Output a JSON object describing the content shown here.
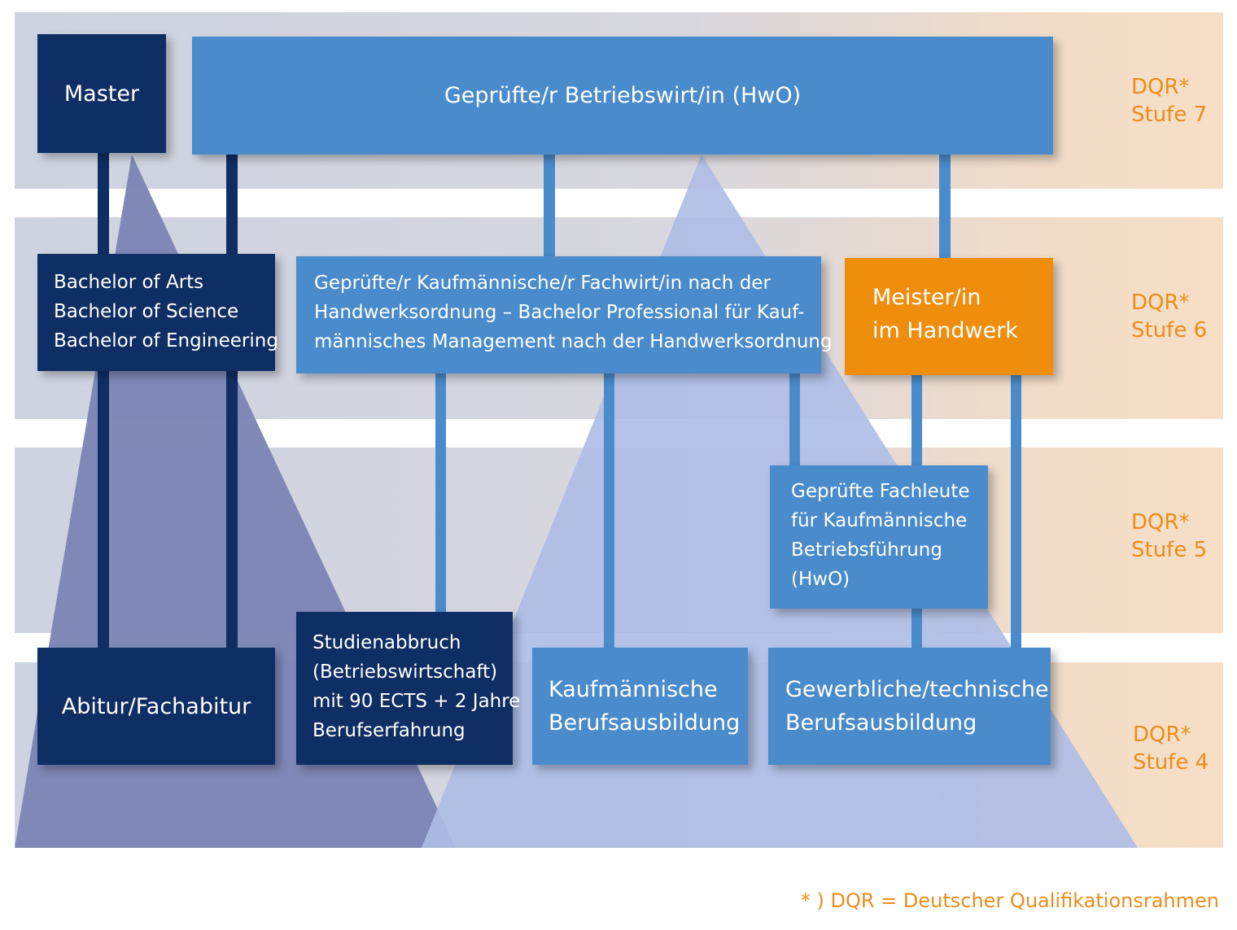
{
  "boxes": {
    "master": "Master",
    "betriebswirt": "Geprüfte/r Betriebswirt/in (HwO)",
    "bachelor": [
      "Bachelor of Arts",
      "Bachelor of Science",
      "Bachelor of Engineering"
    ],
    "fachwirt": [
      "Geprüfte/r Kaufmännische/r Fachwirt/in nach der",
      "Handwerksordnung – Bachelor Professional für Kauf-",
      "männisches Management nach der Handwerksordnung"
    ],
    "meister": [
      "Meister/in",
      "im Handwerk"
    ],
    "fachleute": [
      "Geprüfte Fachleute",
      "für Kaufmännische",
      "Betriebsführung",
      "(HwO)"
    ],
    "abitur": "Abitur/Fachabitur",
    "studienabbruch": [
      "Studienabbruch",
      "(Betriebswirtschaft)",
      "mit 90 ECTS + 2 Jahre",
      "Berufserfahrung"
    ],
    "kaufmaennisch": [
      "Kaufmännische",
      "Berufsausbildung"
    ],
    "gewerblich": [
      "Gewerbliche/technische",
      "Berufsausbildung"
    ]
  },
  "levels": [
    {
      "line1": "DQR*",
      "line2": "Stufe 7"
    },
    {
      "line1": "DQR*",
      "line2": "Stufe 6"
    },
    {
      "line1": "DQR*",
      "line2": "Stufe 5"
    },
    {
      "line1": "DQR*",
      "line2": "Stufe 4"
    }
  ],
  "footnote": "* ) DQR = Deutscher Qualifikationsrahmen",
  "colors": {
    "dark_navy": "#0f2e63",
    "medium_blue": "#4a8bcb",
    "orange": "#ef8d0d",
    "accent_text": "#ea8d1c"
  }
}
